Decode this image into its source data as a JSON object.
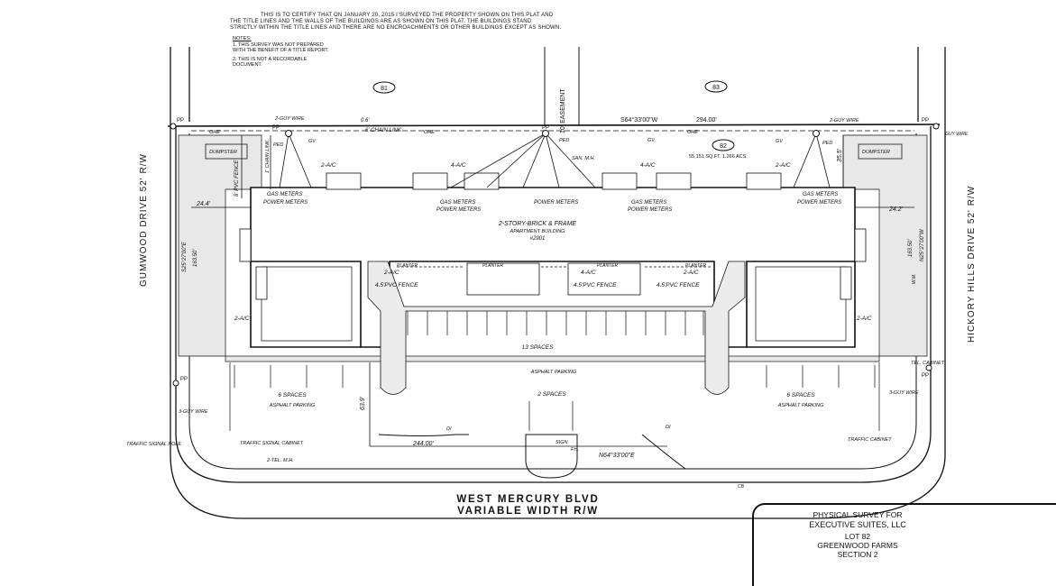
{
  "certification": {
    "line1": "THIS IS TO CERTIFY THAT ON JANUARY 20, 2015 I SURVEYED THE PROPERTY SHOWN ON THIS PLAT AND",
    "line2": "THE TITLE LINES AND THE WALLS OF THE BUILDINGS ARE AS SHOWN ON THIS PLAT.  THE BUILDINGS STAND",
    "line3": "STRICTLY WITHIN THE TITLE LINES AND THERE ARE NO ENCROACHMENTS OR OTHER BUILDINGS EXCEPT AS SHOWN."
  },
  "notes": {
    "heading": "NOTES:",
    "n1a": "1. THIS SURVEY WAS NOT PREPARED",
    "n1b": "WITH THE BENEFIT OF A TITLE REPORT.",
    "n2a": "2. THIS IS NOT A RECORDABLE",
    "n2b": "DOCUMENT."
  },
  "lots": {
    "left": "81",
    "right": "83",
    "center": "82"
  },
  "easement": "10' EASEMENT",
  "bearing_top": "S64°33'00\"W",
  "distance_top": "294.00'",
  "bearing_bottom": "N64°33'00\"E",
  "distance_bottom": "244.00'",
  "area": "55,151 SQ.FT. 1.266 ACS.",
  "building": {
    "line1": "2-STORY-BRICK & FRAME",
    "line2": "APARTMENT BUILDING",
    "line3": "#2901"
  },
  "roads": {
    "left": "GUMWOOD DRIVE 52' R/W",
    "right": "HICKORY HILLS DRIVE 52' R/W",
    "bottom1": "WEST MERCURY BLVD",
    "bottom2": "VARIABLE WIDTH R/W"
  },
  "left_bearing": "S25°27'00\"E",
  "left_dist": "163.50'",
  "right_bearing": "N25°27'00\"W",
  "right_dist": "163.50'",
  "labels": {
    "guy_wire": "2-GUY WIRE",
    "guy_wire_r": "2-GUY WIRE",
    "guy_wire_far": "GUY WIRE",
    "guy_wire_3l": "3-GUY WIRE",
    "guy_wire_3r": "3-GUY WIRE",
    "pp": "PP",
    "ohe": "OHE",
    "chain_link": "6' CHAIN LINK",
    "dumpster": "DUMPSTER",
    "ped": "PED",
    "gv": "GV",
    "san_mh": "SAN. M.H.",
    "ac2": "2-A/C",
    "ac4": "4-A/C",
    "gas_meters": "GAS METERS",
    "power_meters": "POWER METERS",
    "pvc_fence_8": "8' PVC FENCE",
    "pvc_fence_45": "4.5'PVC FENCE",
    "planter": "PLANTER",
    "spaces13": "13 SPACES",
    "spaces6": "6 SPACES",
    "spaces2": "2 SPACES",
    "asphalt": "ASPHALT PARKING",
    "tel_cabinet": "TEL. CABINET",
    "traffic_signal_pole": "TRAFFIC SIGNAL POLE",
    "traffic_signal_cabinet": "TRAFFIC SIGNAL CABINET",
    "traffic_cabinet": "TRAFFIC CABINET",
    "tel_mh": "2-TEL. M.H.",
    "di": "DI",
    "sign": "SIGN",
    "fh": "F.H.",
    "cb": "CB",
    "dim_244": "24.4'",
    "dim_242": "24.2'",
    "dim_639": "63.9'",
    "dim_355": "35.5'",
    "dim_06": "0.6'",
    "dim_1l": "1' CHAIN LINK",
    "wm": "W.M."
  },
  "title_block": {
    "line1": "PHYSICAL SURVEY FOR",
    "line2": "EXECUTIVE SUITES, LLC",
    "line3": "LOT 82",
    "line4": "GREENWOOD FARMS",
    "line5": "SECTION 2"
  }
}
